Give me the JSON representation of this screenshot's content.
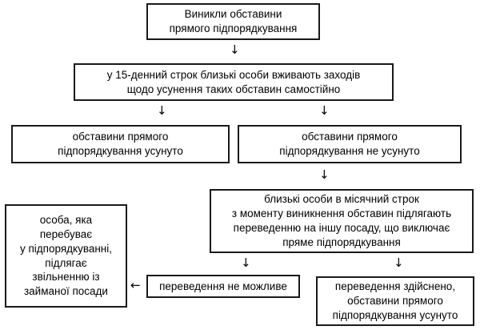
{
  "boxes": {
    "start": "Виникли обставини\nпрямого підпорядкування",
    "step1": "у 15-денний строк близькі особи вживають заходів\nщодо усунення таких обставин самостійно",
    "eliminated": "обставини прямого\nпідпорядкування усунуто",
    "not_eliminated": "обставини прямого\nпідпорядкування не усунуто",
    "transfer_month": "близькі особи в місячний строк\nз моменту виникнення обставин підлягають\nпереведенню на іншу посаду, що виключає\nпряме підпорядкування",
    "transfer_impossible": "переведення не можливе",
    "transfer_done": "переведення здійснено,\nобставини прямого\nпідпорядкування усунуто",
    "dismissal": "особа, яка\nперебуває\nу підпорядкуванні,\nпідлягає\nзвільненню із\nзайманої посади"
  },
  "arrows": {
    "down": "↓",
    "left": "←"
  }
}
